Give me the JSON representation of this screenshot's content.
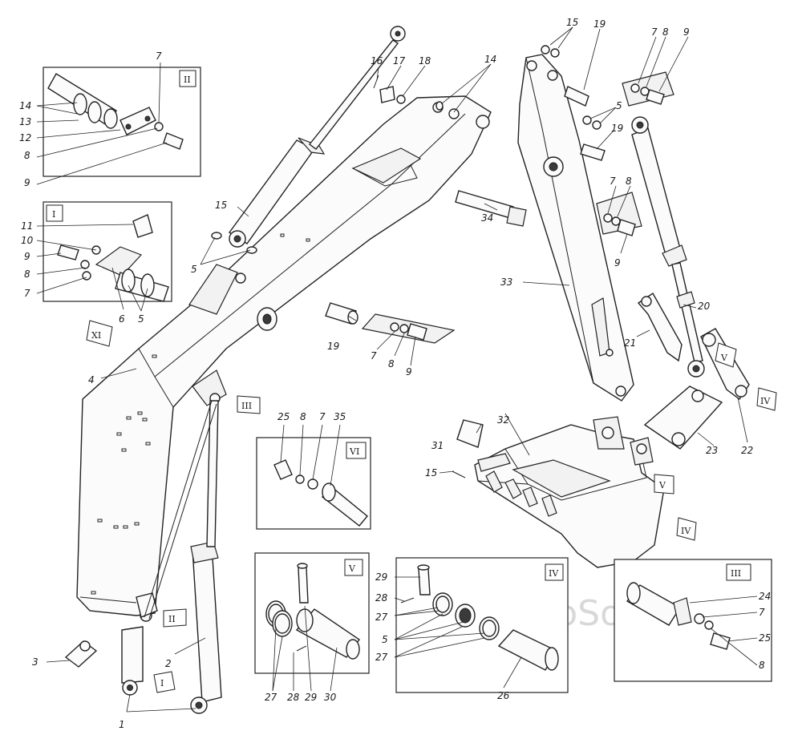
{
  "watermark": "AutoSoft",
  "labels": {
    "l1": "1",
    "l2": "2",
    "l3": "3",
    "l4": "4",
    "l5_a": "5",
    "l5_b": "5",
    "l5_c": "5",
    "l5_d": "5",
    "l6": "6",
    "l7_a": "7",
    "l7_b": "7",
    "l7_c": "7",
    "l7_d": "7",
    "l7_e": "7",
    "l7_f": "7",
    "l7_g": "7",
    "l8_a": "8",
    "l8_b": "8",
    "l8_c": "8",
    "l8_d": "8",
    "l8_e": "8",
    "l8_f": "8",
    "l8_g": "8",
    "l9_a": "9",
    "l9_b": "9",
    "l9_c": "9",
    "l9_d": "9",
    "l9_e": "9",
    "l10": "10",
    "l11": "11",
    "l12": "12",
    "l13": "13",
    "l14_a": "14",
    "l14_b": "14",
    "l15_a": "15",
    "l15_b": "15",
    "l15_c": "15",
    "l16": "16",
    "l17": "17",
    "l18": "18",
    "l19_a": "19",
    "l19_b": "19",
    "l19_c": "19",
    "l20": "20",
    "l21": "21",
    "l22": "22",
    "l23": "23",
    "l24": "24",
    "l25_a": "25",
    "l25_b": "25",
    "l26": "26",
    "l27_a": "27",
    "l27_b": "27",
    "l27_c": "27",
    "l28_a": "28",
    "l28_b": "28",
    "l29_a": "29",
    "l29_b": "29",
    "l30": "30",
    "l31": "31",
    "l32": "32",
    "l33": "33",
    "l34": "34",
    "l35": "35"
  },
  "roman": {
    "box_I": "I",
    "box_II": "II",
    "box_III": "III",
    "box_IV": "IV",
    "box_V": "V",
    "box_VI": "VI",
    "tag_XI": "XI",
    "tag_III": "III",
    "tag_II": "II",
    "tag_I": "I",
    "tag_V_a": "V",
    "tag_IV_a": "IV",
    "tag_V_b": "V",
    "tag_IV_b": "IV"
  }
}
